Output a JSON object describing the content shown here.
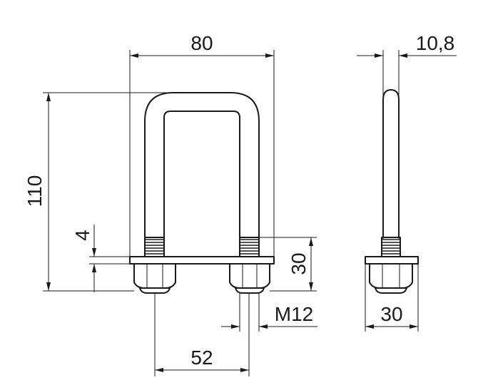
{
  "drawing": {
    "dimensions": {
      "overall_width": "80",
      "rod_diameter": "10,8",
      "overall_height": "110",
      "plate_thickness": "4",
      "thread_length": "30",
      "thread_size": "M12",
      "plate_width": "30",
      "leg_spacing": "52"
    },
    "colors": {
      "line": "#1a1a1a",
      "background": "#ffffff"
    }
  }
}
